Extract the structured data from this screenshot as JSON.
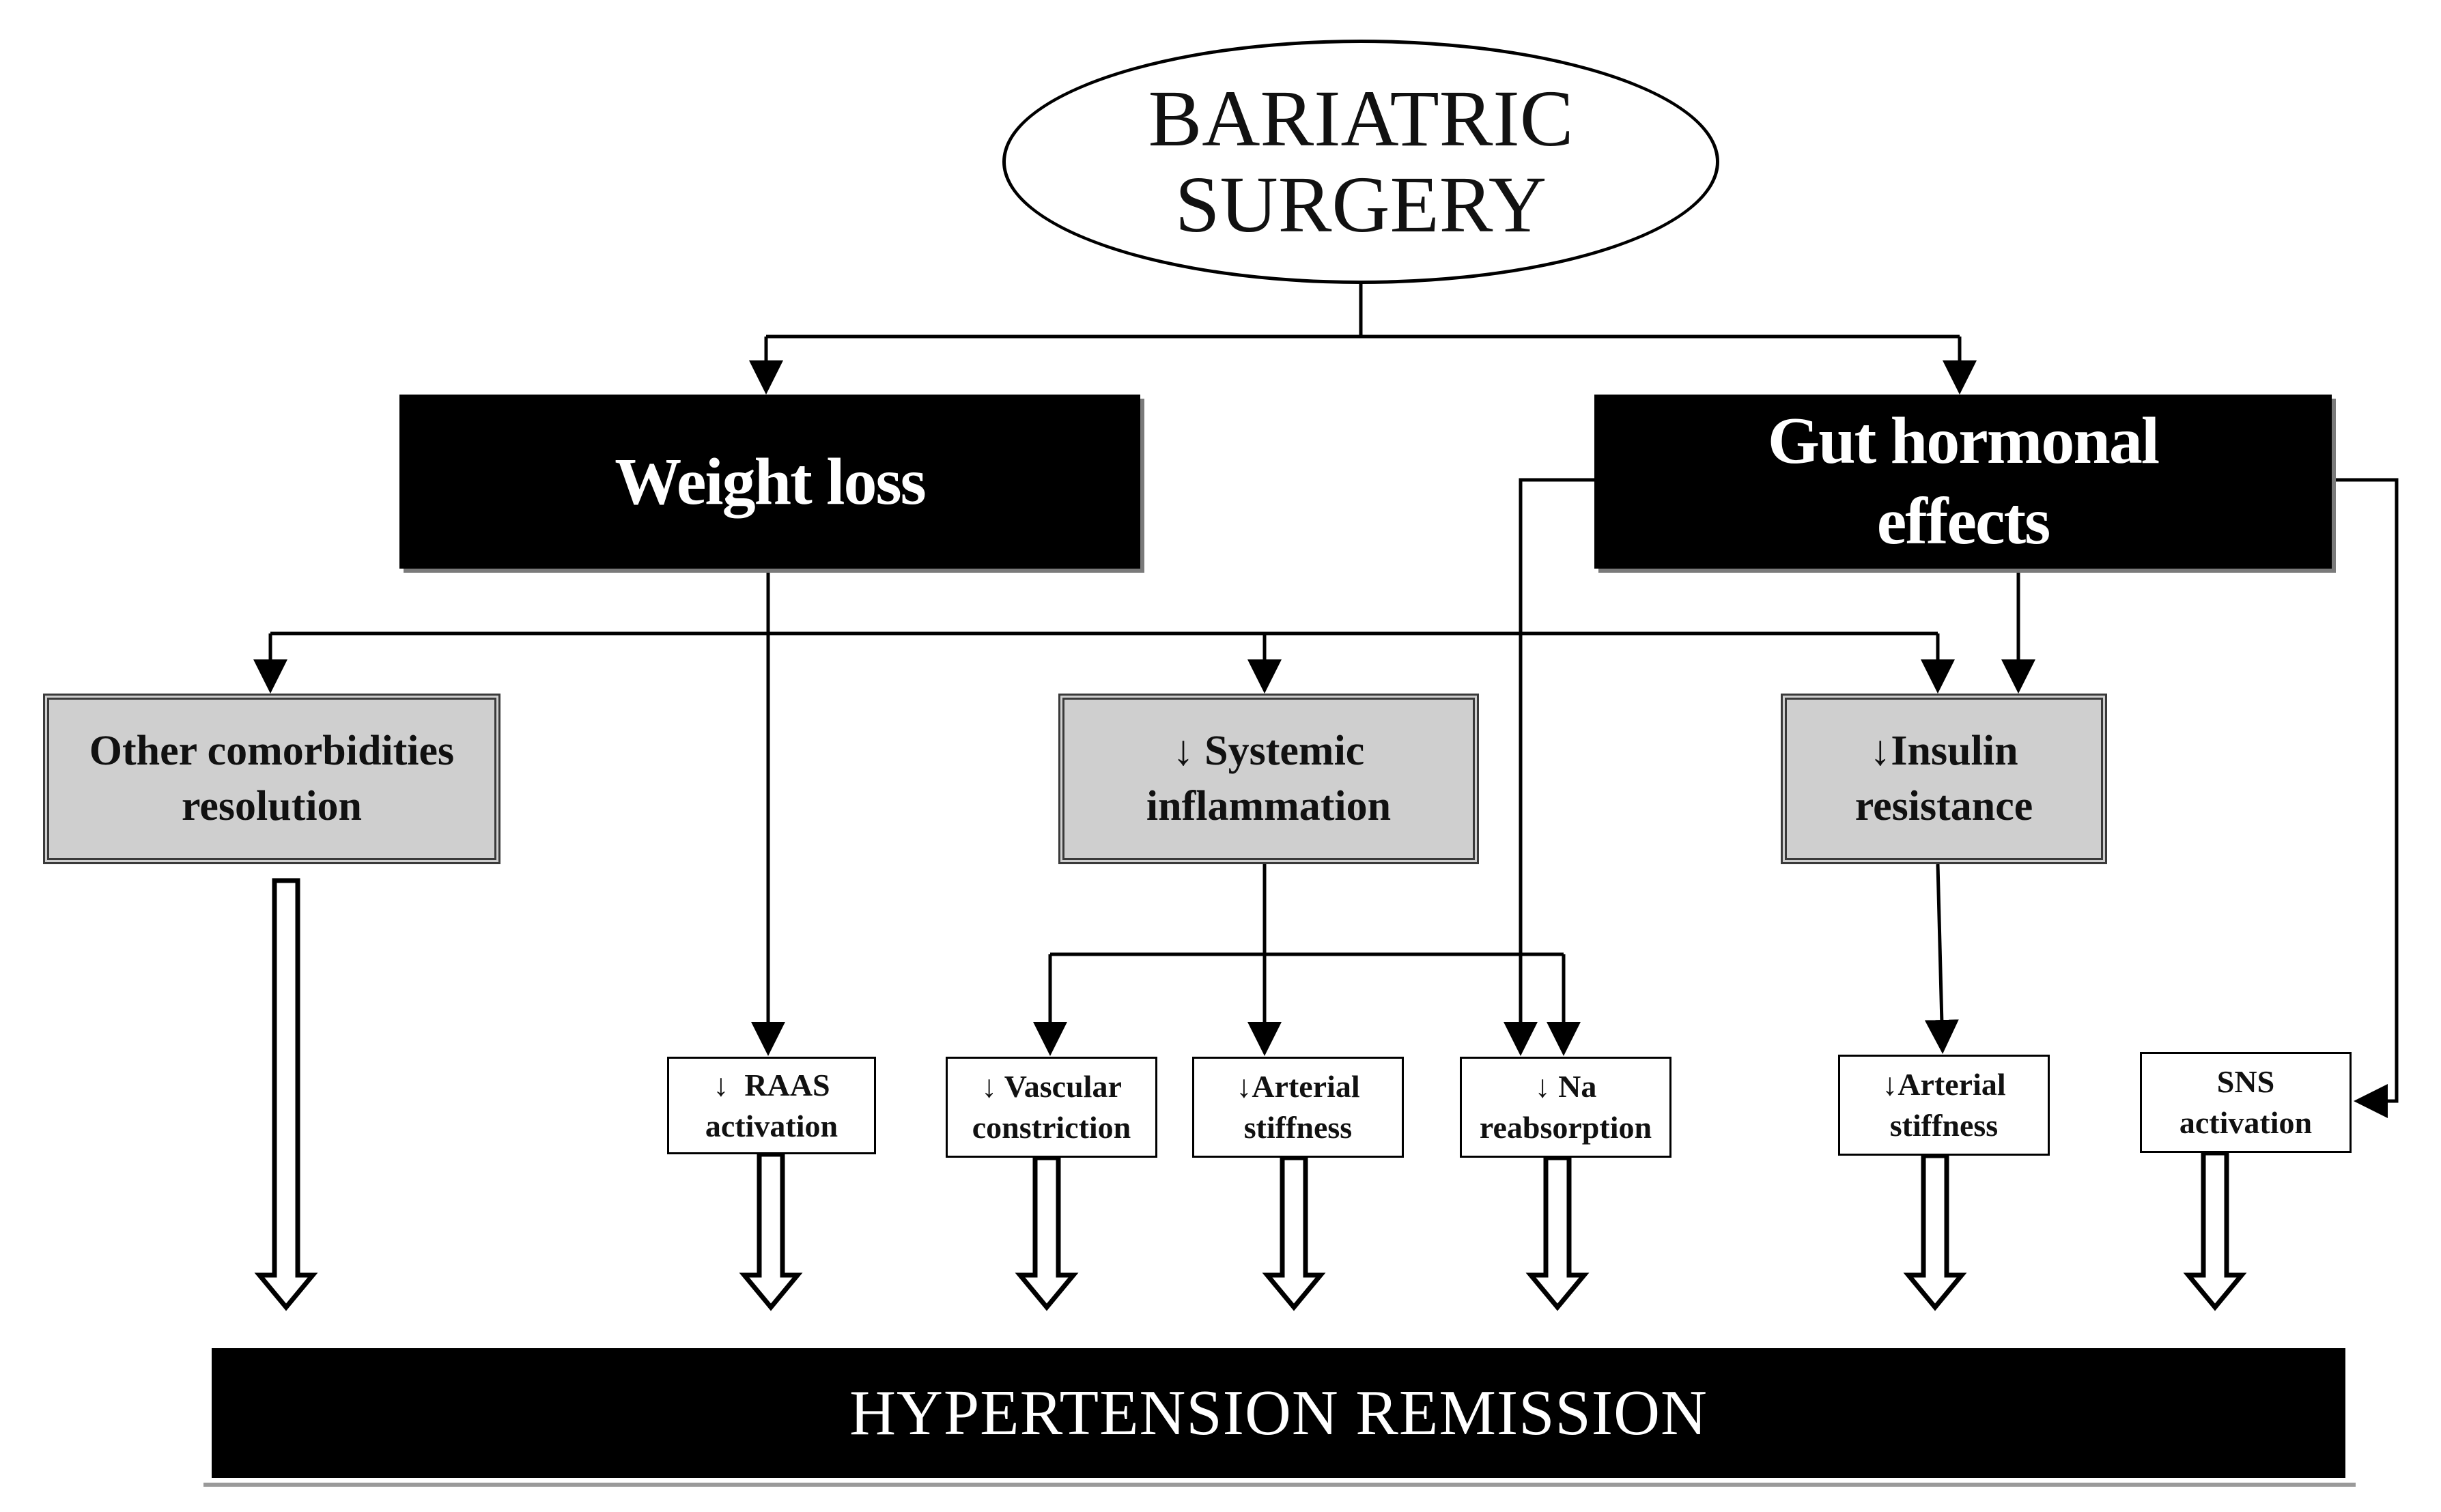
{
  "diagram": {
    "title": {
      "line1": "BARIATRIC",
      "line2": "SURGERY"
    },
    "weight_loss": "Weight loss",
    "gut_hormonal": {
      "line1": "Gut hormonal",
      "line2": "effects"
    },
    "other_comorbidities": {
      "line1": "Other comorbidities",
      "line2": "resolution"
    },
    "systemic_inflammation": {
      "line1": "↓ Systemic",
      "line2": "inflammation"
    },
    "insulin_resistance": {
      "line1": "↓Insulin",
      "line2": "resistance"
    },
    "raas": {
      "line1": "↓  RAAS",
      "line2": "activation"
    },
    "vascular": {
      "line1": "↓ Vascular",
      "line2": "constriction"
    },
    "arterial_1": {
      "line1": "↓Arterial",
      "line2": "stiffness"
    },
    "na": {
      "line1": "↓ Na",
      "line2": "reabsorption"
    },
    "arterial_2": {
      "line1": "↓Arterial",
      "line2": "stiffness"
    },
    "sns": {
      "line1": "SNS",
      "line2": "activation"
    },
    "outcome": "HYPERTENSION REMISSION"
  }
}
